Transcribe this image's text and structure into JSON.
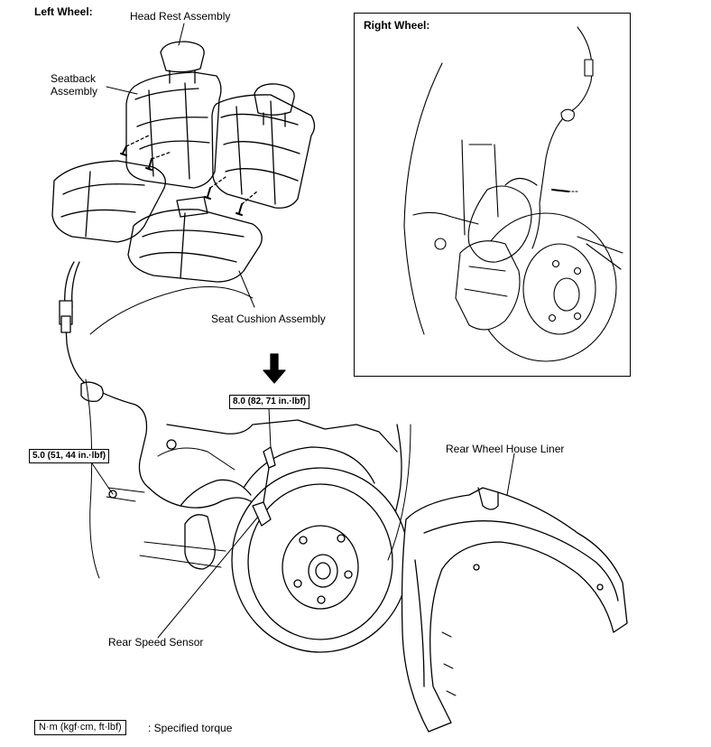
{
  "labels": {
    "left_wheel": "Left Wheel:",
    "right_wheel": "Right Wheel:",
    "head_rest_assembly": "Head Rest Assembly",
    "seatback_assembly_line1": "Seatback",
    "seatback_assembly_line2": "Assembly",
    "seat_cushion_assembly": "Seat Cushion Assembly",
    "rear_wheel_house_liner": "Rear Wheel House  Liner",
    "rear_speed_sensor": "Rear Speed Sensor"
  },
  "torque_specs": {
    "sensor_bolt": "8.0 (82, 71 in.·lbf)",
    "bracket_bolt": "5.0 (51, 44 in.·lbf)"
  },
  "legend": {
    "unit_box": "N·m (kgf·cm, ft·lbf)",
    "description": ": Specified torque"
  }
}
